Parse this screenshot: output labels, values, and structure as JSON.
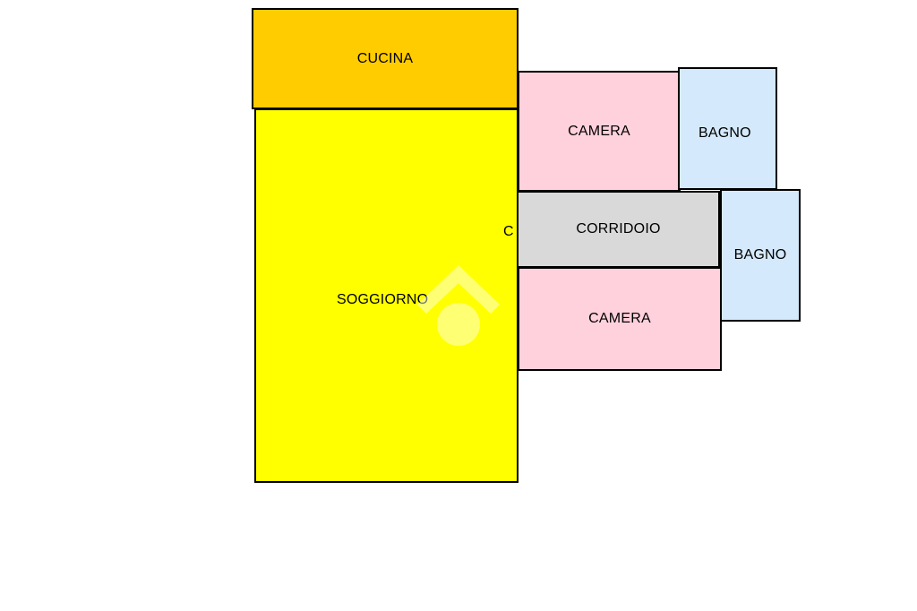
{
  "rooms": {
    "kitchen": {
      "label": "CUCINA",
      "color": "#ffcc00"
    },
    "living": {
      "label": "SOGGIORNO",
      "color": "#ffff00"
    },
    "bedroom_1": {
      "label": "CAMERA",
      "color": "#ffd1dc"
    },
    "bath_1": {
      "label": "BAGNO",
      "color": "#d4e9fb"
    },
    "corridor": {
      "label": "CORRIDOIO",
      "color": "#d9d9d9"
    },
    "bath_2": {
      "label": "BAGNO",
      "color": "#d4e9fb"
    },
    "bedroom_2": {
      "label": "CAMERA",
      "color": "#ffd1dc"
    }
  },
  "stray_label": "C",
  "watermark": {
    "icon": "house-logo-icon",
    "color": "#ffffff"
  }
}
